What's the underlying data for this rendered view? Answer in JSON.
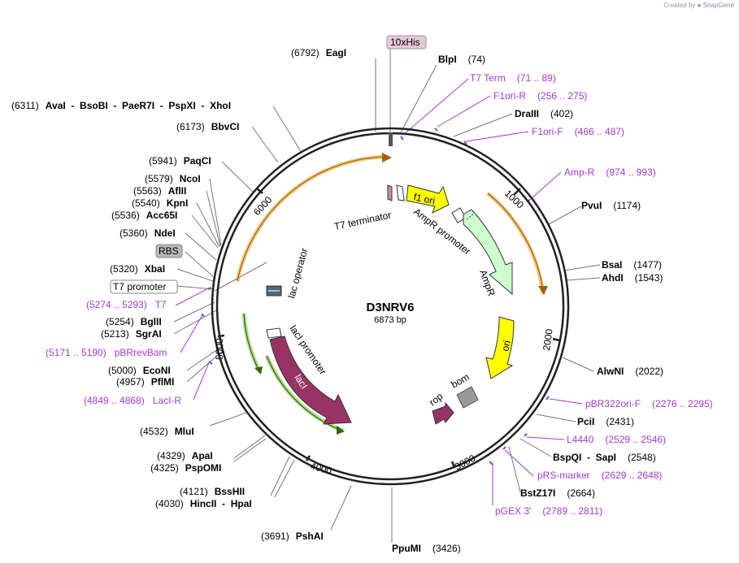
{
  "credit": {
    "prefix": "Created by",
    "brand": "SnapGene"
  },
  "plasmid": {
    "name": "D3NRV6",
    "length": "6873 bp",
    "total_bp": 6873
  },
  "ticks": [
    "1000",
    "2000",
    "3000",
    "4000",
    "5000",
    "6000"
  ],
  "colors": {
    "backbone": "#222222",
    "primer": "#a13bd1",
    "f1ori": "#ffff00",
    "ampr": "#ccffcc",
    "ori": "#ffff00",
    "laci": "#993366",
    "rop": "#993366",
    "bom": "#999999",
    "orange_arc": "#e8a020",
    "green_arc": "#66bb22",
    "his_tag": "#e8c8d8"
  },
  "features": [
    {
      "id": "t7term",
      "label": "T7 terminator"
    },
    {
      "id": "f1ori",
      "label": "f1 ori"
    },
    {
      "id": "ampprom",
      "label": "AmpR promoter"
    },
    {
      "id": "ampr",
      "label": "AmpR"
    },
    {
      "id": "ori",
      "label": "ori"
    },
    {
      "id": "bom",
      "label": "bom"
    },
    {
      "id": "rop",
      "label": "rop"
    },
    {
      "id": "laci",
      "label": "lacI"
    },
    {
      "id": "laciprom",
      "label": "lacI promoter"
    },
    {
      "id": "lacop",
      "label": "lac operator"
    }
  ],
  "boxed_labels": [
    {
      "id": "his",
      "label": "10xHis",
      "style": "pink"
    },
    {
      "id": "rbs",
      "label": "RBS",
      "style": "gray"
    },
    {
      "id": "t7prom",
      "label": "T7 promoter",
      "style": "white"
    }
  ],
  "sites": [
    {
      "id": "eagi",
      "name": "EagI",
      "pos": "(6792)",
      "side": "left"
    },
    {
      "id": "blpi",
      "name": "BlpI",
      "pos": "(74)",
      "side": "right"
    },
    {
      "id": "draiii",
      "name": "DraIII",
      "pos": "(402)",
      "side": "right"
    },
    {
      "id": "pvui",
      "name": "PvuI",
      "pos": "(1174)",
      "side": "right"
    },
    {
      "id": "bsai",
      "name": "BsaI",
      "pos": "(1477)",
      "side": "right"
    },
    {
      "id": "ahdi",
      "name": "AhdI",
      "pos": "(1543)",
      "side": "right"
    },
    {
      "id": "alwni",
      "name": "AlwNI",
      "pos": "(2022)",
      "side": "right"
    },
    {
      "id": "pcii",
      "name": "PciI",
      "pos": "(2431)",
      "side": "right"
    },
    {
      "id": "bspqi",
      "name": "BspQI  -  SapI",
      "pos": "(2548)",
      "side": "right"
    },
    {
      "id": "bstz17i",
      "name": "BstZ17I",
      "pos": "(2664)",
      "side": "right"
    },
    {
      "id": "ppumi",
      "name": "PpuMI",
      "pos": "(3426)",
      "side": "right"
    },
    {
      "id": "pshai",
      "name": "PshAI",
      "pos": "(3691)",
      "side": "left"
    },
    {
      "id": "hincii",
      "name": "HincII  -  HpaI",
      "pos": "(4030)",
      "side": "left"
    },
    {
      "id": "bsshii",
      "name": "BssHII",
      "pos": "(4121)",
      "side": "left"
    },
    {
      "id": "pspomi",
      "name": "PspOMI",
      "pos": "(4325)",
      "side": "left"
    },
    {
      "id": "apai",
      "name": "ApaI",
      "pos": "(4329)",
      "side": "left"
    },
    {
      "id": "mlui",
      "name": "MluI",
      "pos": "(4532)",
      "side": "left"
    },
    {
      "id": "pflmi",
      "name": "PflMI",
      "pos": "(4957)",
      "side": "left"
    },
    {
      "id": "econi",
      "name": "EcoNI",
      "pos": "(5000)",
      "side": "left"
    },
    {
      "id": "sgrai",
      "name": "SgrAI",
      "pos": "(5213)",
      "side": "left"
    },
    {
      "id": "bglii",
      "name": "BglII",
      "pos": "(5254)",
      "side": "left"
    },
    {
      "id": "xbai",
      "name": "XbaI",
      "pos": "(5320)",
      "side": "left"
    },
    {
      "id": "ndei",
      "name": "NdeI",
      "pos": "(5360)",
      "side": "left"
    },
    {
      "id": "acc65i",
      "name": "Acc65I",
      "pos": "(5536)",
      "side": "left"
    },
    {
      "id": "kpni",
      "name": "KpnI",
      "pos": "(5540)",
      "side": "left"
    },
    {
      "id": "aflii",
      "name": "AflII",
      "pos": "(5563)",
      "side": "left"
    },
    {
      "id": "ncoi",
      "name": "NcoI",
      "pos": "(5579)",
      "side": "left"
    },
    {
      "id": "paqci",
      "name": "PaqCI",
      "pos": "(5941)",
      "side": "left"
    },
    {
      "id": "bbvci",
      "name": "BbvCI",
      "pos": "(6173)",
      "side": "left"
    },
    {
      "id": "avai",
      "name": "AvaI  -  BsoBI  -  PaeR7I  -  PspXI  -  XhoI",
      "pos": "(6311)",
      "side": "left"
    }
  ],
  "primers": [
    {
      "id": "t7term_p",
      "name": "T7 Term",
      "range": "(71 .. 89)",
      "side": "right"
    },
    {
      "id": "f1orir",
      "name": "F1ori-R",
      "range": "(256 .. 275)",
      "side": "right"
    },
    {
      "id": "f1orif",
      "name": "F1ori-F",
      "range": "(466 .. 487)",
      "side": "right"
    },
    {
      "id": "ampr_p",
      "name": "Amp-R",
      "range": "(974 .. 993)",
      "side": "right"
    },
    {
      "id": "pbr322",
      "name": "pBR322ori-F",
      "range": "(2276 .. 2295)",
      "side": "right"
    },
    {
      "id": "l4440",
      "name": "L4440",
      "range": "(2529 .. 2546)",
      "side": "right"
    },
    {
      "id": "prs",
      "name": "pRS-marker",
      "range": "(2629 .. 2648)",
      "side": "right"
    },
    {
      "id": "pgex",
      "name": "pGEX 3'",
      "range": "(2789 .. 2811)",
      "side": "right"
    },
    {
      "id": "t7_p",
      "name": "T7",
      "range": "(5274 .. 5293)",
      "side": "left"
    },
    {
      "id": "pbrrev",
      "name": "pBRrevBam",
      "range": "(5171 .. 5190)",
      "side": "left"
    },
    {
      "id": "lacir",
      "name": "LacI-R",
      "range": "(4849 .. 4868)",
      "side": "left"
    }
  ]
}
